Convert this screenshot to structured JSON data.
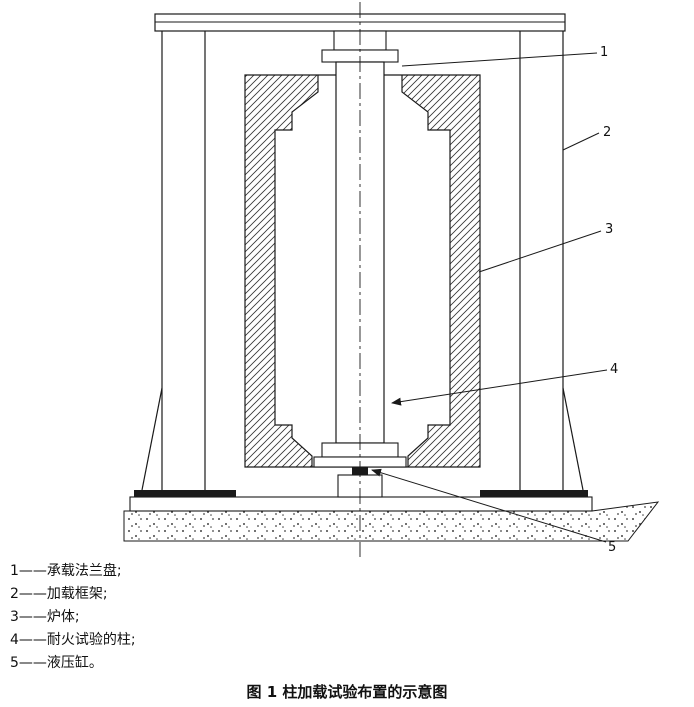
{
  "figure": {
    "caption": "图 1  柱加载试验布置的示意图"
  },
  "callouts": [
    "1",
    "2",
    "3",
    "4",
    "5"
  ],
  "legend": {
    "items": [
      "1——承载法兰盘;",
      "2——加载框架;",
      "3——炉体;",
      "4——耐火试验的柱;",
      "5——液压缸。"
    ]
  },
  "colors": {
    "line": "#1a1a1a",
    "background": "#ffffff",
    "hatch": "#333333",
    "stipple": "#444444"
  }
}
